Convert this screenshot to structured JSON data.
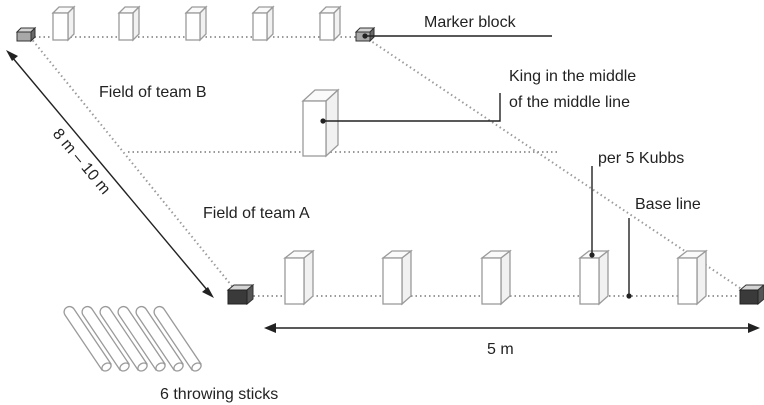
{
  "labels": {
    "marker_block": "Marker block",
    "king": [
      "King in the middle",
      "of the middle line"
    ],
    "field_b": "Field of team B",
    "field_a": "Field of team A",
    "per_kubbs": "per 5 Kubbs",
    "base_line": "Base line",
    "width": "8 m – 10 m",
    "length": "5 m",
    "sticks": "6 throwing sticks"
  },
  "colors": {
    "line": "#9a9a9a",
    "text": "#222222",
    "marker_dark": "#404040",
    "marker_top": "#d4d4d4"
  }
}
